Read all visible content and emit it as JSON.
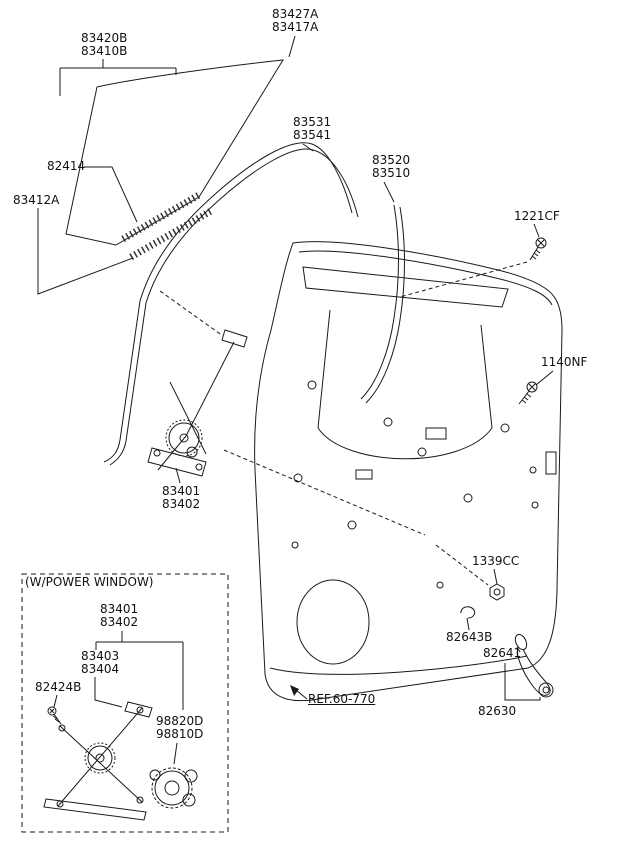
{
  "colors": {
    "line": "#1a1a1a",
    "text": "#111111",
    "background": "#ffffff"
  },
  "labels": {
    "glass_run_outer": {
      "l1": "83427A",
      "l2": "83417A"
    },
    "glass_assy": {
      "l1": "83420B",
      "l2": "83410B"
    },
    "belt_inner": "82414",
    "belt_outer": "83412A",
    "run_front": {
      "l1": "83531",
      "l2": "83541"
    },
    "run_rear": {
      "l1": "83520",
      "l2": "83510"
    },
    "screw_1221": "1221CF",
    "screw_1140": "1140NF",
    "regulator_main": {
      "l1": "83401",
      "l2": "83402"
    },
    "grommet": "1339CC",
    "escutcheon": "82643B",
    "handle_knob": "82641",
    "handle_assy": "82630",
    "door_ref": "REF.60-770",
    "power_window": {
      "caption": "(W/POWER WINDOW)",
      "regulator": {
        "l1": "83401",
        "l2": "83402"
      },
      "arm": {
        "l1": "83403",
        "l2": "83404"
      },
      "bolt": "82424B",
      "motor": {
        "l1": "98820D",
        "l2": "98810D"
      }
    }
  }
}
